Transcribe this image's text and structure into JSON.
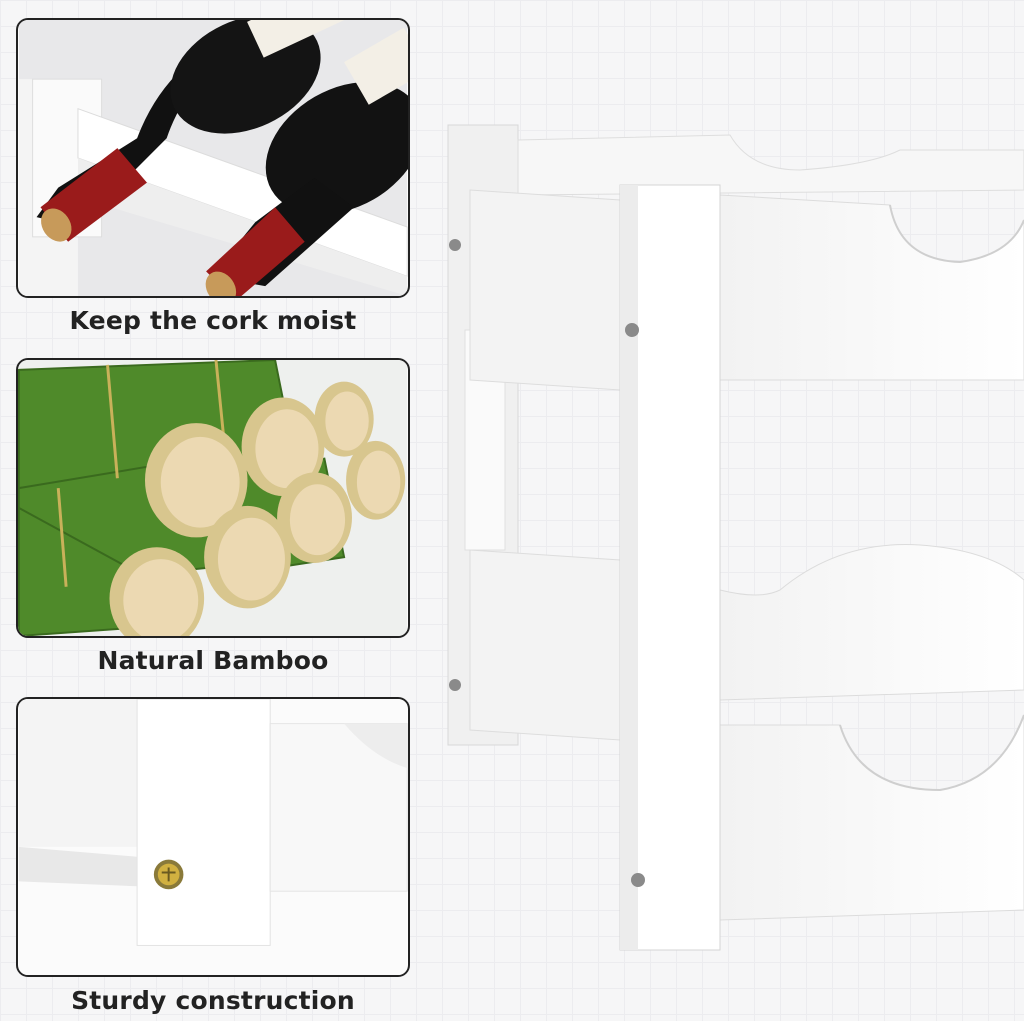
{
  "features": [
    {
      "caption": "Keep the cork moist",
      "image": "wine-bottles-on-rack"
    },
    {
      "caption": "Natural Bamboo",
      "image": "bamboo-tubes"
    },
    {
      "caption": "Sturdy construction",
      "image": "screw-joint-closeup"
    }
  ],
  "hero": {
    "image": "white-bamboo-wine-rack"
  },
  "colors": {
    "frame": "#ffffff",
    "border": "#222222",
    "bamboo": "#4f8a2a",
    "wine": "#8b1a1a"
  }
}
